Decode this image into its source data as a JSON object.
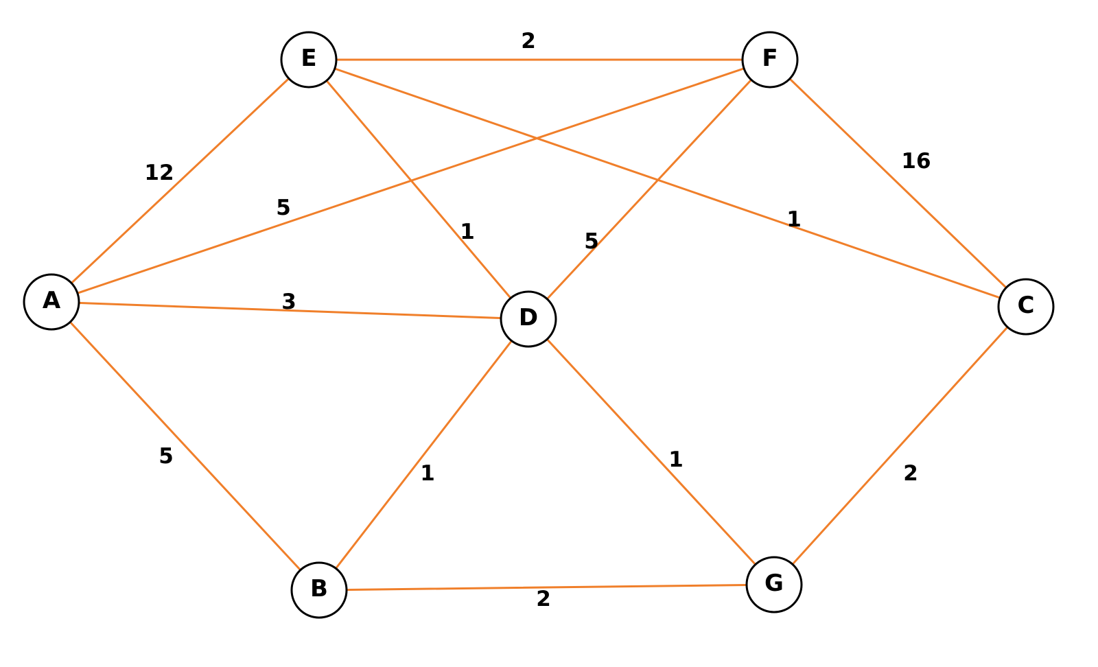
{
  "graph": {
    "edge_color": "#f07f2a",
    "node_border_color": "#000000",
    "nodes": [
      {
        "id": "A",
        "label": "A"
      },
      {
        "id": "E",
        "label": "E"
      },
      {
        "id": "F",
        "label": "F"
      },
      {
        "id": "C",
        "label": "C"
      },
      {
        "id": "D",
        "label": "D"
      },
      {
        "id": "B",
        "label": "B"
      },
      {
        "id": "G",
        "label": "G"
      }
    ],
    "edges": [
      {
        "from": "E",
        "to": "F",
        "weight": "2"
      },
      {
        "from": "A",
        "to": "E",
        "weight": "12"
      },
      {
        "from": "A",
        "to": "F",
        "weight": "5"
      },
      {
        "from": "E",
        "to": "D",
        "weight": "1"
      },
      {
        "from": "E",
        "to": "C",
        "weight": "1"
      },
      {
        "from": "F",
        "to": "D",
        "weight": "5"
      },
      {
        "from": "F",
        "to": "C",
        "weight": "16"
      },
      {
        "from": "A",
        "to": "D",
        "weight": "3"
      },
      {
        "from": "A",
        "to": "B",
        "weight": "5"
      },
      {
        "from": "D",
        "to": "B",
        "weight": "1"
      },
      {
        "from": "D",
        "to": "G",
        "weight": "1"
      },
      {
        "from": "C",
        "to": "G",
        "weight": "2"
      },
      {
        "from": "B",
        "to": "G",
        "weight": "2"
      }
    ]
  }
}
